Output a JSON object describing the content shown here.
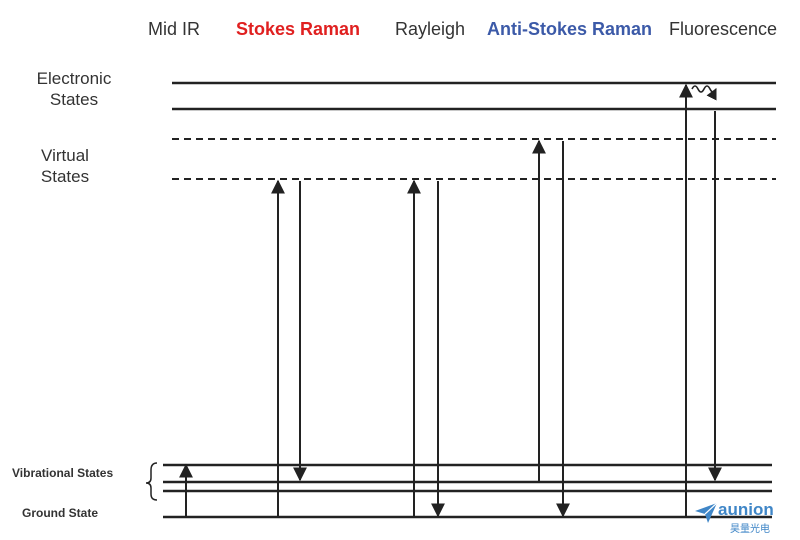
{
  "columns": [
    {
      "label": "Mid IR",
      "color": "#333333",
      "bold": false
    },
    {
      "label": "Stokes Raman",
      "color": "#e02020",
      "bold": true
    },
    {
      "label": "Rayleigh",
      "color": "#333333",
      "bold": false
    },
    {
      "label": "Anti-Stokes Raman",
      "color": "#3c5aa8",
      "bold": true
    },
    {
      "label": "Fluorescence",
      "color": "#333333",
      "bold": false
    }
  ],
  "levels": {
    "electronic": [
      "Electronic",
      "States"
    ],
    "virtual": [
      "Virtual",
      "States"
    ],
    "vibrational": "Vibrational States",
    "ground": "Ground State"
  },
  "logo": {
    "word": "aunion",
    "sub": "昊量光电"
  },
  "colors": {
    "line": "#222222",
    "logo": "#3f86c7"
  }
}
